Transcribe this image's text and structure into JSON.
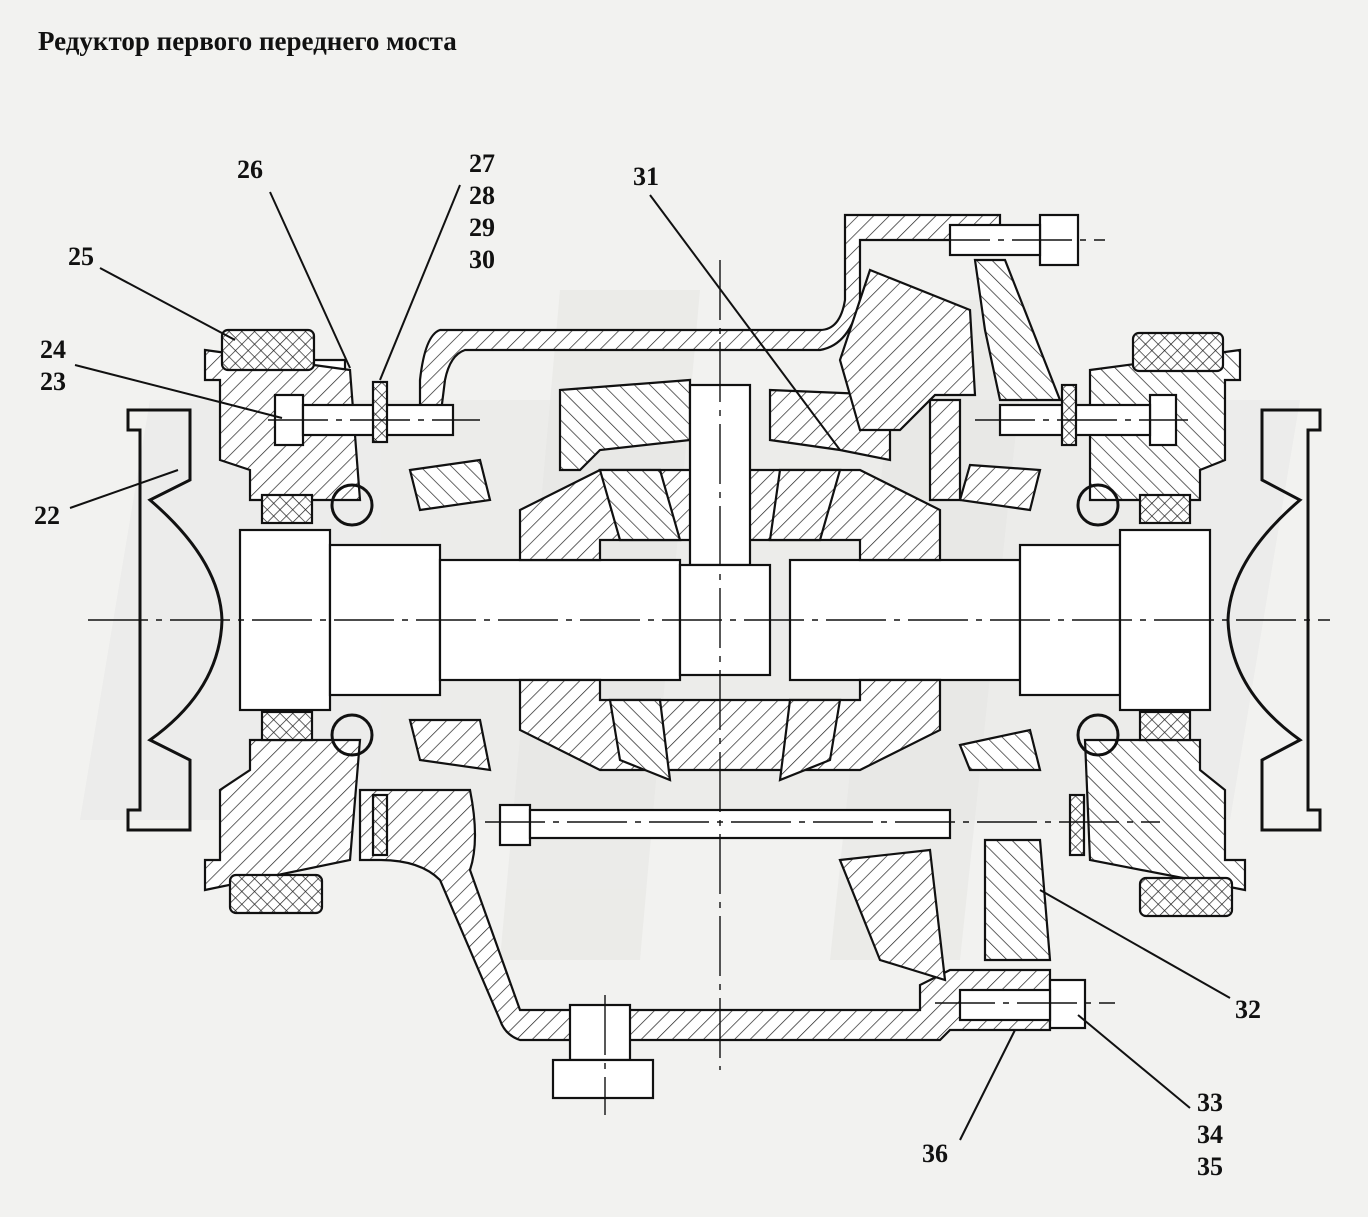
{
  "title": "Редуктор первого переднего моста",
  "callouts": {
    "c22": "22",
    "c23": "23",
    "c24": "24",
    "c25": "25",
    "c26": "26",
    "c27": "27",
    "c28": "28",
    "c29": "29",
    "c30": "30",
    "c31": "31",
    "c32": "32",
    "c33": "33",
    "c34": "34",
    "c35": "35",
    "c36": "36"
  }
}
